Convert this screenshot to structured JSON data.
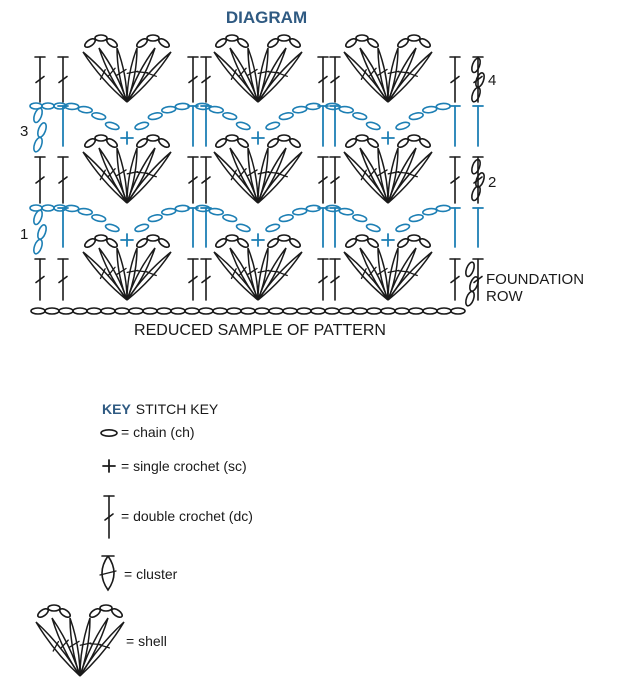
{
  "title": "DIAGRAM",
  "row_labels": {
    "row1": "1",
    "row2": "2",
    "row3": "3",
    "row4": "4",
    "foundation_line1": "FOUNDATION",
    "foundation_line2": "ROW"
  },
  "caption": "REDUCED SAMPLE OF PATTERN",
  "key": {
    "heading": "KEY",
    "subheading": "STITCH KEY",
    "items": [
      {
        "symbol": "chain-icon",
        "label": "= chain (ch)"
      },
      {
        "symbol": "single-crochet-icon",
        "label": "= single crochet (sc)"
      },
      {
        "symbol": "double-crochet-icon",
        "label": "= double crochet (dc)"
      },
      {
        "symbol": "cluster-icon",
        "label": "= cluster"
      },
      {
        "symbol": "shell-icon",
        "label": "= shell"
      }
    ]
  },
  "colors": {
    "ink": "#1a1a1a",
    "contrast_rows": "#1d7fb4",
    "title": "#2f5a82"
  }
}
